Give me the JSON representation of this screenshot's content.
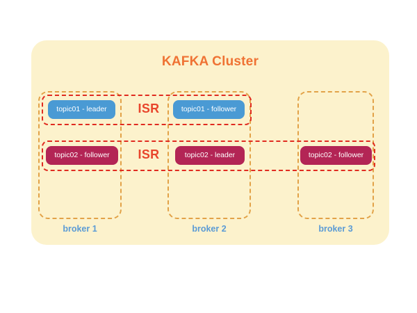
{
  "cluster": {
    "title": "KAFKA Cluster",
    "title_color": "#ef7233",
    "panel_color": "#fcf2cc",
    "border_color": "#e2a248"
  },
  "isr_groups": [
    {
      "label": "ISR",
      "topic": "topic01",
      "color": "#e8452c"
    },
    {
      "label": "ISR",
      "topic": "topic02",
      "color": "#e8452c"
    }
  ],
  "brokers": [
    {
      "label": "broker 1",
      "label_color": "#5b9bd5"
    },
    {
      "label": "broker 2",
      "label_color": "#5b9bd5"
    },
    {
      "label": "broker 3",
      "label_color": "#5b9bd5"
    }
  ],
  "replicas": {
    "topic01": [
      {
        "label": "topic01 - leader",
        "role": "leader",
        "broker": "broker 1",
        "color": "#4a9ad4"
      },
      {
        "label": "topic01 - follower",
        "role": "follower",
        "broker": "broker 2",
        "color": "#4a9ad4"
      }
    ],
    "topic02": [
      {
        "label": "topic02 - follower",
        "role": "follower",
        "broker": "broker 1",
        "color": "#b32555"
      },
      {
        "label": "topic02 - leader",
        "role": "leader",
        "broker": "broker 2",
        "color": "#b32555"
      },
      {
        "label": "topic02 - follower",
        "role": "follower",
        "broker": "broker 3",
        "color": "#b32555"
      }
    ]
  }
}
